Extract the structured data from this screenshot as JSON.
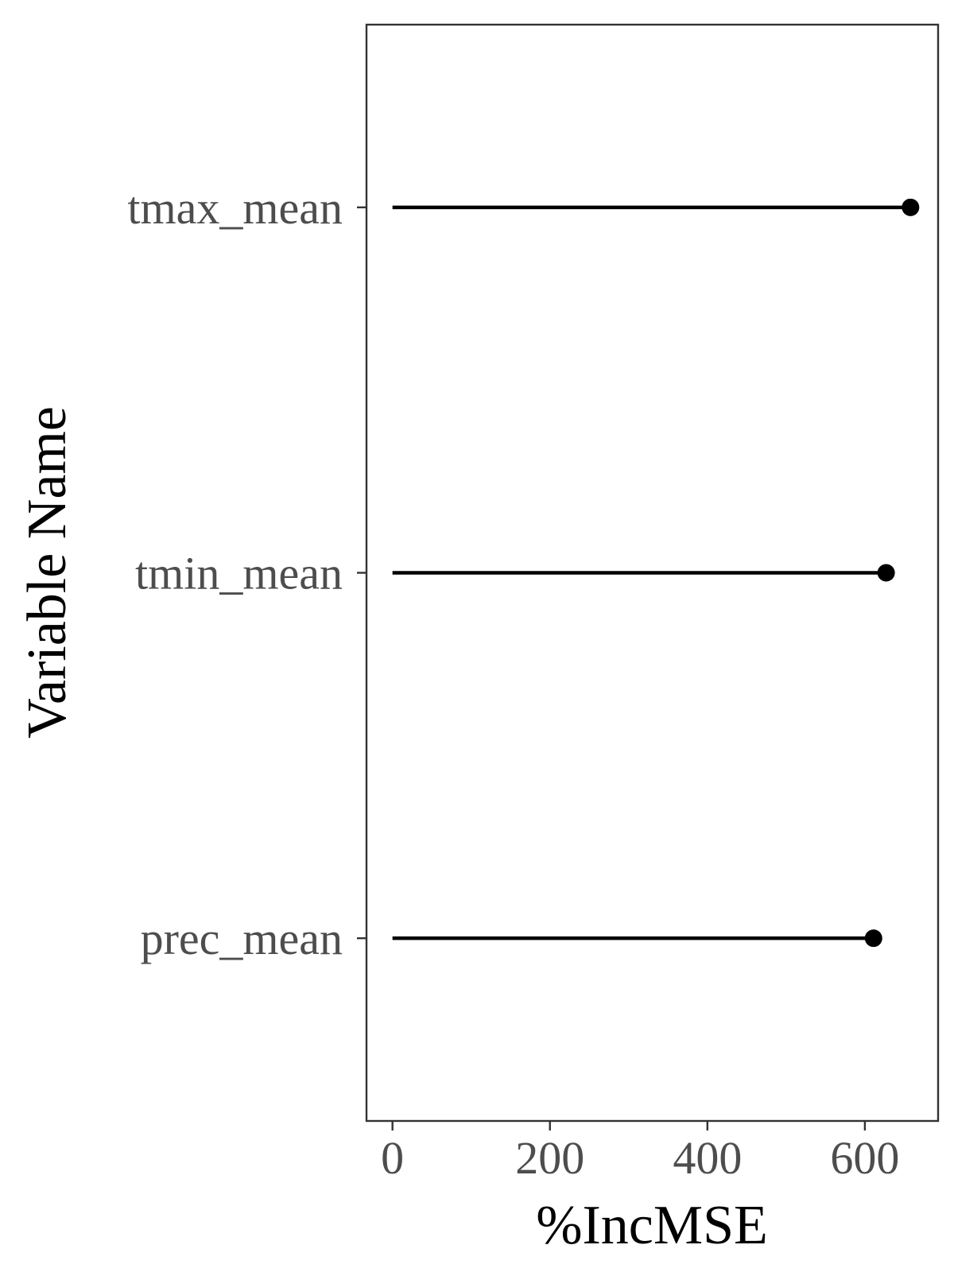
{
  "chart_data": {
    "type": "lollipop",
    "categories": [
      "tmax_mean",
      "tmin_mean",
      "prec_mean"
    ],
    "values": [
      658,
      627,
      611
    ],
    "xlabel": "%IncMSE",
    "ylabel": "Variable Name",
    "xlim": [
      -33,
      693
    ],
    "xticks": [
      0,
      200,
      400,
      600
    ],
    "grid": false,
    "legend": "none",
    "colors": {
      "mark": "#000000",
      "panel_border": "#333333",
      "tick_text": "#4d4d4d"
    }
  }
}
